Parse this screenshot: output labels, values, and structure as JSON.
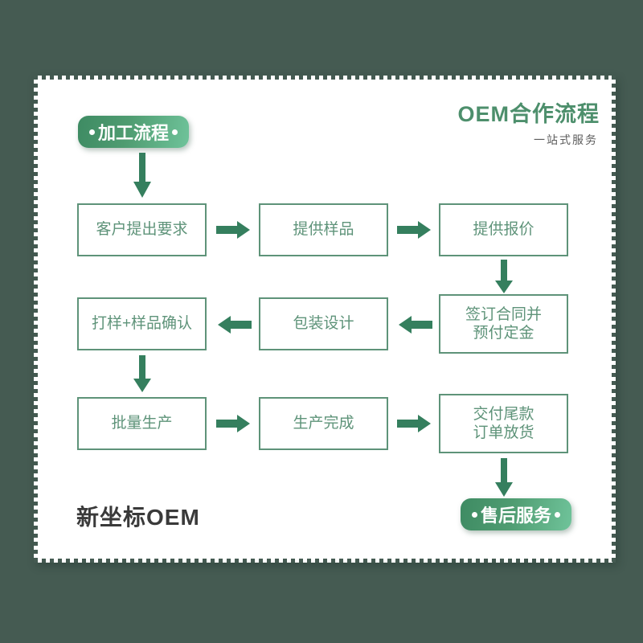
{
  "background_color": "#455b52",
  "theme": {
    "accent_green": "#4d8f6c",
    "box_green": "#5e9379",
    "arrow_green": "#357f5e",
    "pill_gradient_from": "#3e8b63",
    "pill_gradient_to": "#6fc39a",
    "card_white": "#ffffff",
    "brand_dark": "#3a3a3a"
  },
  "header": {
    "title": "OEM合作流程",
    "subtitle": "一站式服务"
  },
  "pills": {
    "start": "加工流程",
    "end": "售后服务"
  },
  "brand": "新坐标OEM",
  "flow": {
    "rows": [
      {
        "direction": "left-to-right",
        "steps": [
          {
            "id": "step-1",
            "label": "客户提出要求"
          },
          {
            "id": "step-2",
            "label": "提供样品"
          },
          {
            "id": "step-3",
            "label": "提供报价"
          }
        ]
      },
      {
        "direction": "right-to-left",
        "steps": [
          {
            "id": "step-6",
            "label": "打样+样品确认"
          },
          {
            "id": "step-5",
            "label": "包装设计"
          },
          {
            "id": "step-4",
            "label": "签订合同并\n预付定金"
          }
        ]
      },
      {
        "direction": "left-to-right",
        "steps": [
          {
            "id": "step-7",
            "label": "批量生产"
          },
          {
            "id": "step-8",
            "label": "生产完成"
          },
          {
            "id": "step-9",
            "label": "交付尾款\n订单放货"
          }
        ]
      }
    ],
    "connectors": [
      {
        "id": "pill-to-step1",
        "type": "arrow-down"
      },
      {
        "id": "step1-to-step2",
        "type": "arrow-right"
      },
      {
        "id": "step2-to-step3",
        "type": "arrow-right"
      },
      {
        "id": "step3-to-step4",
        "type": "arrow-down"
      },
      {
        "id": "step4-to-step5",
        "type": "arrow-left"
      },
      {
        "id": "step5-to-step6",
        "type": "arrow-left"
      },
      {
        "id": "step6-to-step7",
        "type": "arrow-down"
      },
      {
        "id": "step7-to-step8",
        "type": "arrow-right"
      },
      {
        "id": "step8-to-step9",
        "type": "arrow-right"
      },
      {
        "id": "step9-to-pill",
        "type": "arrow-down"
      }
    ]
  }
}
